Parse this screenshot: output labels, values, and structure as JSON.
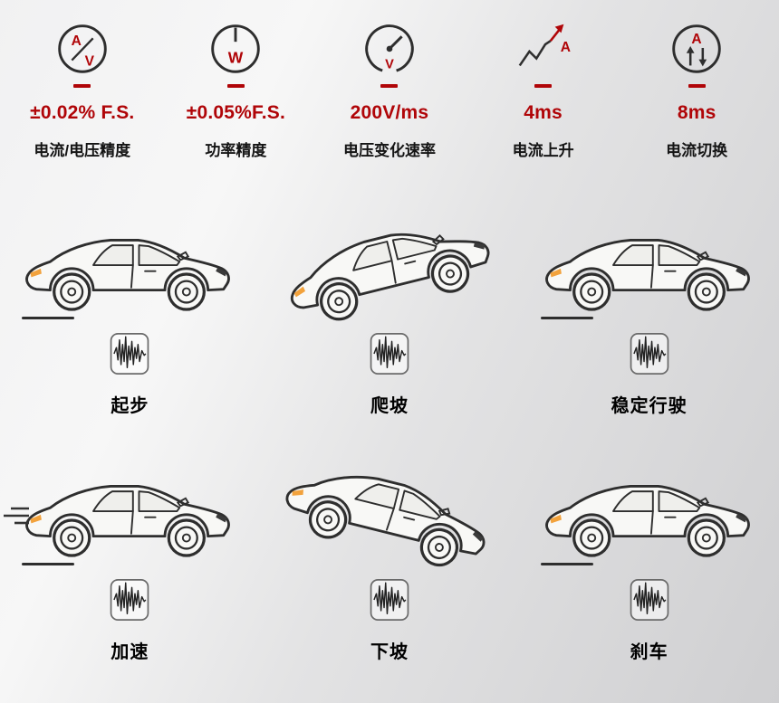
{
  "specs": [
    {
      "icon": "av-meter-icon",
      "value": "±0.02% F.S.",
      "label": "电流/电压精度"
    },
    {
      "icon": "w-meter-icon",
      "value": "±0.05%F.S.",
      "label": "功率精度"
    },
    {
      "icon": "voltage-gauge-icon",
      "value": "200V/ms",
      "label": "电压变化速率"
    },
    {
      "icon": "current-rise-icon",
      "value": "4ms",
      "label": "电流上升"
    },
    {
      "icon": "current-switch-icon",
      "value": "8ms",
      "label": "电流切换"
    }
  ],
  "scenes": [
    {
      "label": "起步",
      "terrain": "flat",
      "speed_lines": false
    },
    {
      "label": "爬坡",
      "terrain": "uphill",
      "speed_lines": false
    },
    {
      "label": "稳定行驶",
      "terrain": "flat",
      "speed_lines": false
    },
    {
      "label": "加速",
      "terrain": "flat",
      "speed_lines": true
    },
    {
      "label": "下坡",
      "terrain": "downhill",
      "speed_lines": false
    },
    {
      "label": "刹车",
      "terrain": "flat",
      "speed_lines": false
    }
  ],
  "colors": {
    "accent_red": "#b00508",
    "headlight_orange": "#f2a23c"
  }
}
